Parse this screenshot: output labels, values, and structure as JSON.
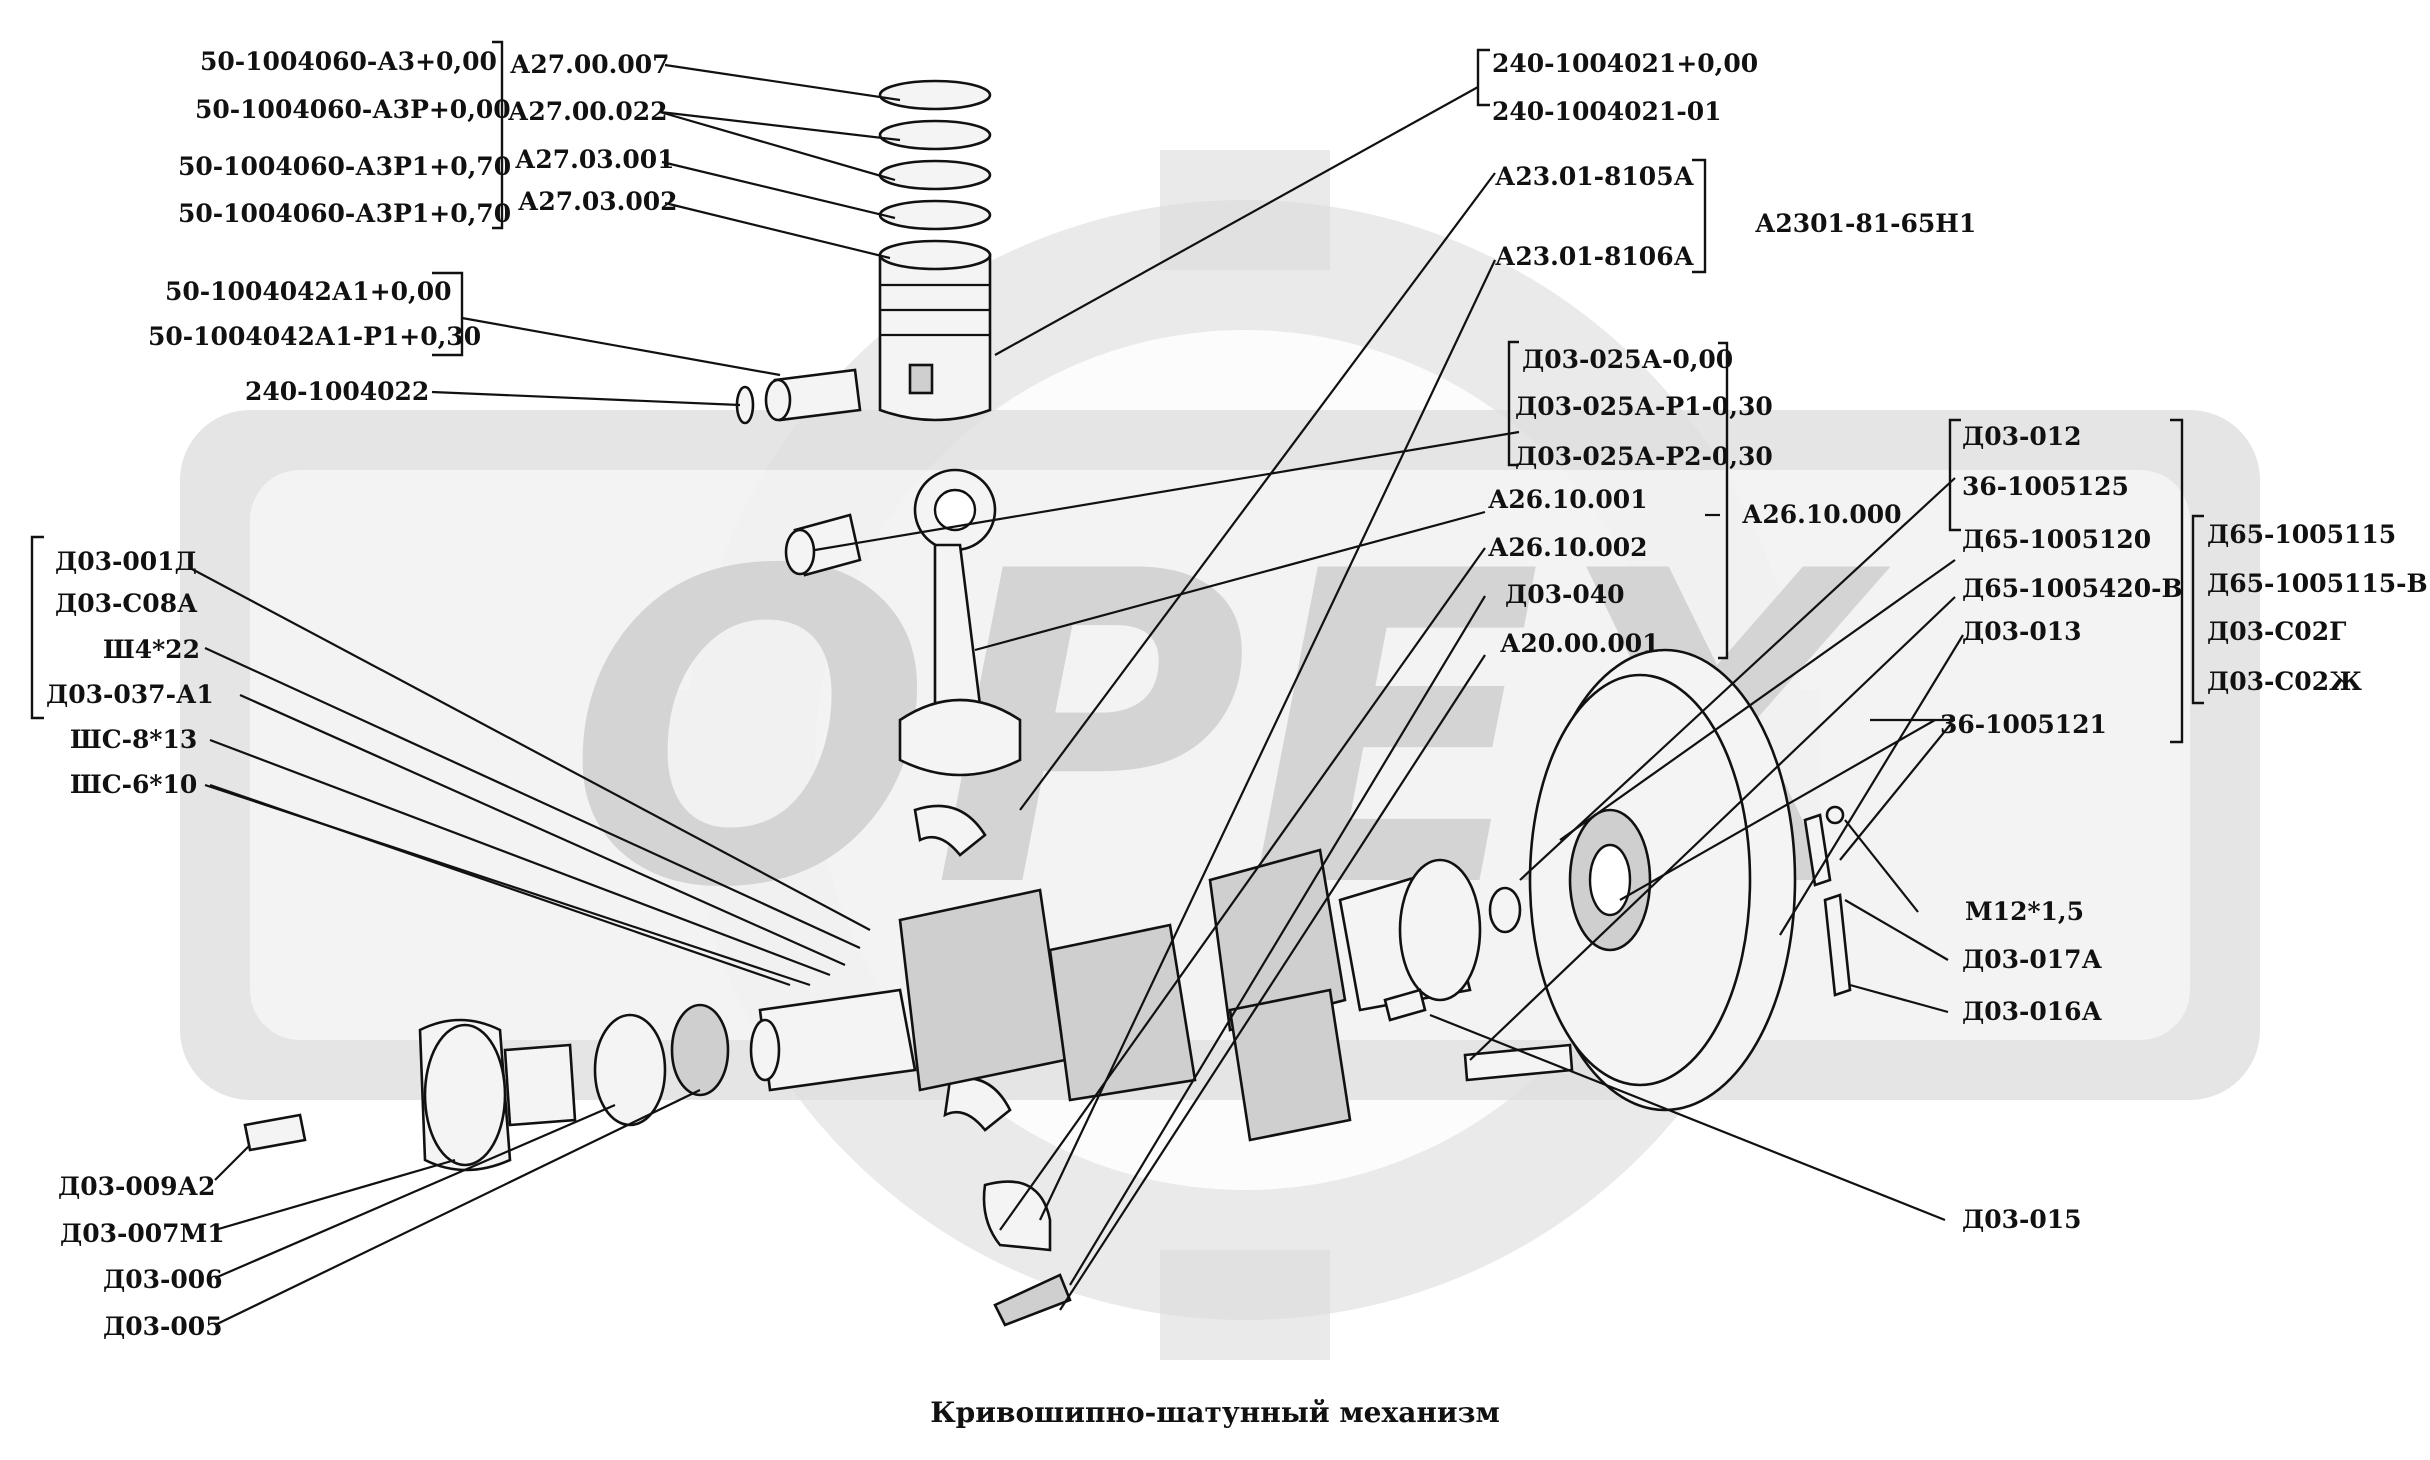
{
  "title": "Кривошипно-шатунный механизм",
  "watermark": {
    "text": "ОРЕХ",
    "color": "#d4d4d4"
  },
  "labels": {
    "l_50_a3": "50-1004060-А3+0,00",
    "l_50_a3r": "50-1004060-А3Р+0,00",
    "l_50_a3r1_a": "50-1004060-А3Р1+0,70",
    "l_50_a3r1_b": "50-1004060-А3Р1+0,70",
    "l_a27_007": "А27.00.007",
    "l_a27_022": "А27.00.022",
    "l_a27_03_001": "А27.03.001",
    "l_a27_03_002": "А27.03.002",
    "l_pin_a1": "50-1004042А1+0,00",
    "l_pin_a1r1": "50-1004042А1-Р1+0,30",
    "l_240_1004022": "240-1004022",
    "l_240_021_0": "240-1004021+0,00",
    "l_240_021_01": "240-1004021-01",
    "l_a23_8105": "А23.01-8105А",
    "l_a23_8106": "А23.01-8106А",
    "l_a2301": "А2301-81-65Н1",
    "l_d03_025_0": "Д03-025А-0,00",
    "l_d03_025_p1": "Д03-025А-Р1-0,30",
    "l_d03_025_p2": "Д03-025А-Р2-0,30",
    "l_a26_001": "А26.10.001",
    "l_a26_002": "А26.10.002",
    "l_a26_000": "А26.10.000",
    "l_d03_040": "Д03-040",
    "l_a20_001": "А20.00.001",
    "l_d03_012": "Д03-012",
    "l_36_125": "36-1005125",
    "l_d65_120": "Д65-1005120",
    "l_d65_420": "Д65-1005420-В",
    "l_d03_013": "Д03-013",
    "l_36_121": "36-1005121",
    "l_d65_115": "Д65-1005115",
    "l_d65_115v": "Д65-1005115-В",
    "l_d03_c02g": "Д03-С02Г",
    "l_d03_c02zh": "Д03-С02Ж",
    "l_d03_001d": "Д03-001Д",
    "l_d03_c08a": "Д03-С08А",
    "l_sh4_22": "Ш4*22",
    "l_d03_037": "Д03-037-А1",
    "l_shs_8_13": "ШС-8*13",
    "l_shs_6_10": "ШС-6*10",
    "l_m12": "М12*1,5",
    "l_d03_017a": "Д03-017А",
    "l_d03_016a": "Д03-016А",
    "l_d03_015": "Д03-015",
    "l_d03_009a2": "Д03-009А2",
    "l_d03_007m1": "Д03-007М1",
    "l_d03_006": "Д03-006",
    "l_d03_005": "Д03-005"
  }
}
